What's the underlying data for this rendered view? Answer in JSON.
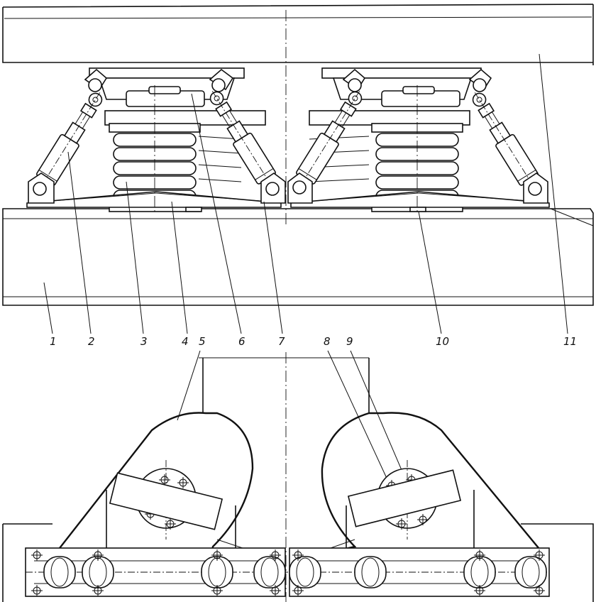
{
  "figure": {
    "callouts": [
      "1",
      "2",
      "3",
      "4",
      "5",
      "6",
      "7",
      "8",
      "9",
      "10",
      "11"
    ]
  }
}
